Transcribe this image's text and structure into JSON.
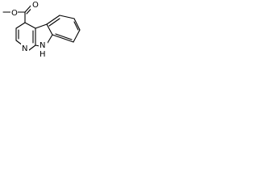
{
  "structure": {
    "atoms": {
      "carbonyl_oxygen": "O",
      "ester_oxygen": "O",
      "pyridine_nitrogen": "N",
      "indole_nitrogen": "N",
      "indole_hydrogen": "H"
    }
  }
}
